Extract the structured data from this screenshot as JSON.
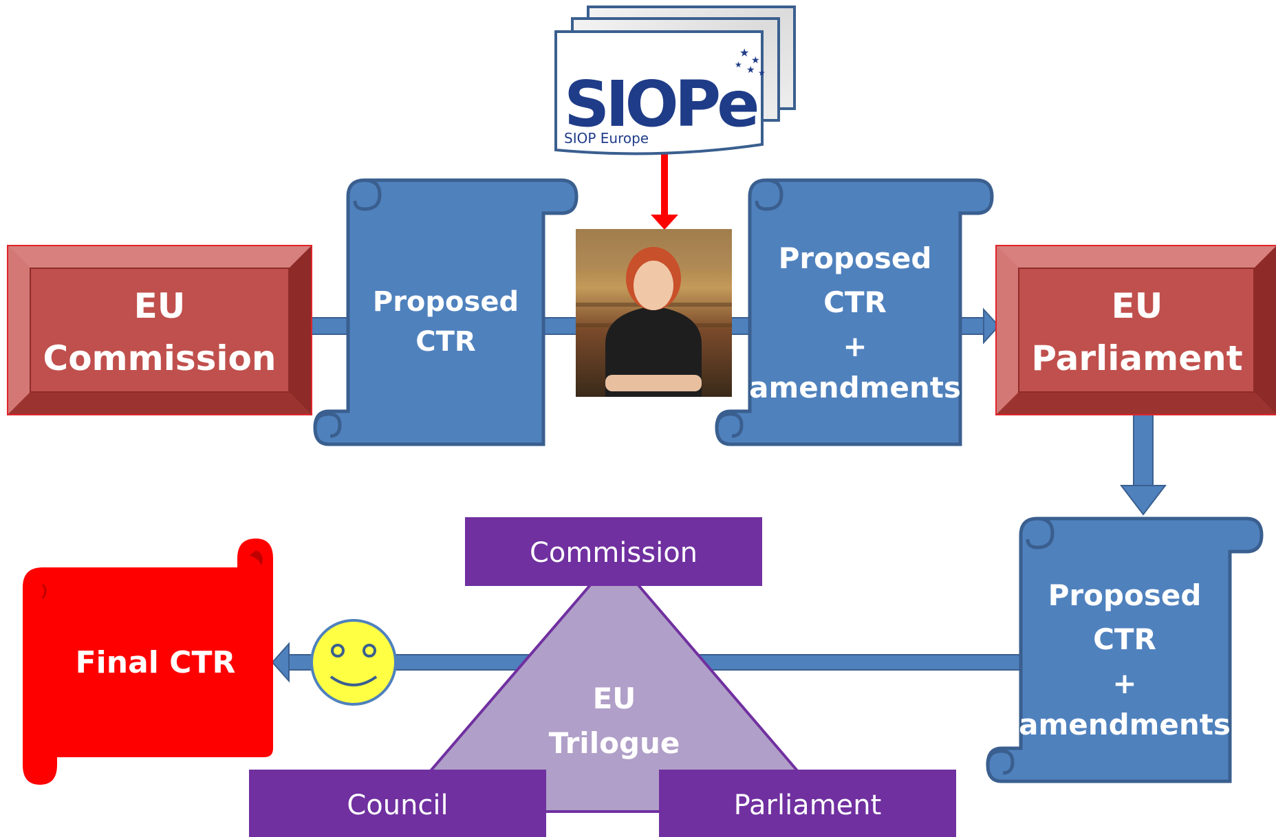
{
  "colors": {
    "box_red": "#c0504d",
    "box_red_dark": "#8e2b28",
    "box_red_border": "#e0242b",
    "scroll_blue": "#4f81bd",
    "scroll_border": "#3a5f8f",
    "arrow_blue": "#4f81bd",
    "arrow_red": "#ff0000",
    "final_red": "#ff0000",
    "trilogue_purple": "#7030a0",
    "trilogue_light": "#b09fc8",
    "smiley_yellow": "#ffff44"
  },
  "logo": {
    "wordmark": "SIOPe",
    "subtitle": "SIOP Europe"
  },
  "commission_box": {
    "line1": "EU",
    "line2": "Commission"
  },
  "parliament_box": {
    "line1": "EU",
    "line2": "Parliament"
  },
  "scroll_1": {
    "line1": "Proposed",
    "line2": "CTR"
  },
  "scroll_2": {
    "line1": "Proposed",
    "line2": "CTR",
    "line3": "+",
    "line4": "amendments"
  },
  "scroll_3": {
    "line1": "Proposed",
    "line2": "CTR",
    "line3": "+",
    "line4": "amendments"
  },
  "trilogue": {
    "center_line1": "EU",
    "center_line2": "Trilogue",
    "top_box": "Commission",
    "left_box": "Council",
    "right_box": "Parliament"
  },
  "final": {
    "label": "Final CTR"
  },
  "icons": {
    "smiley": "smiley-face-icon",
    "photo": "person-photo"
  }
}
